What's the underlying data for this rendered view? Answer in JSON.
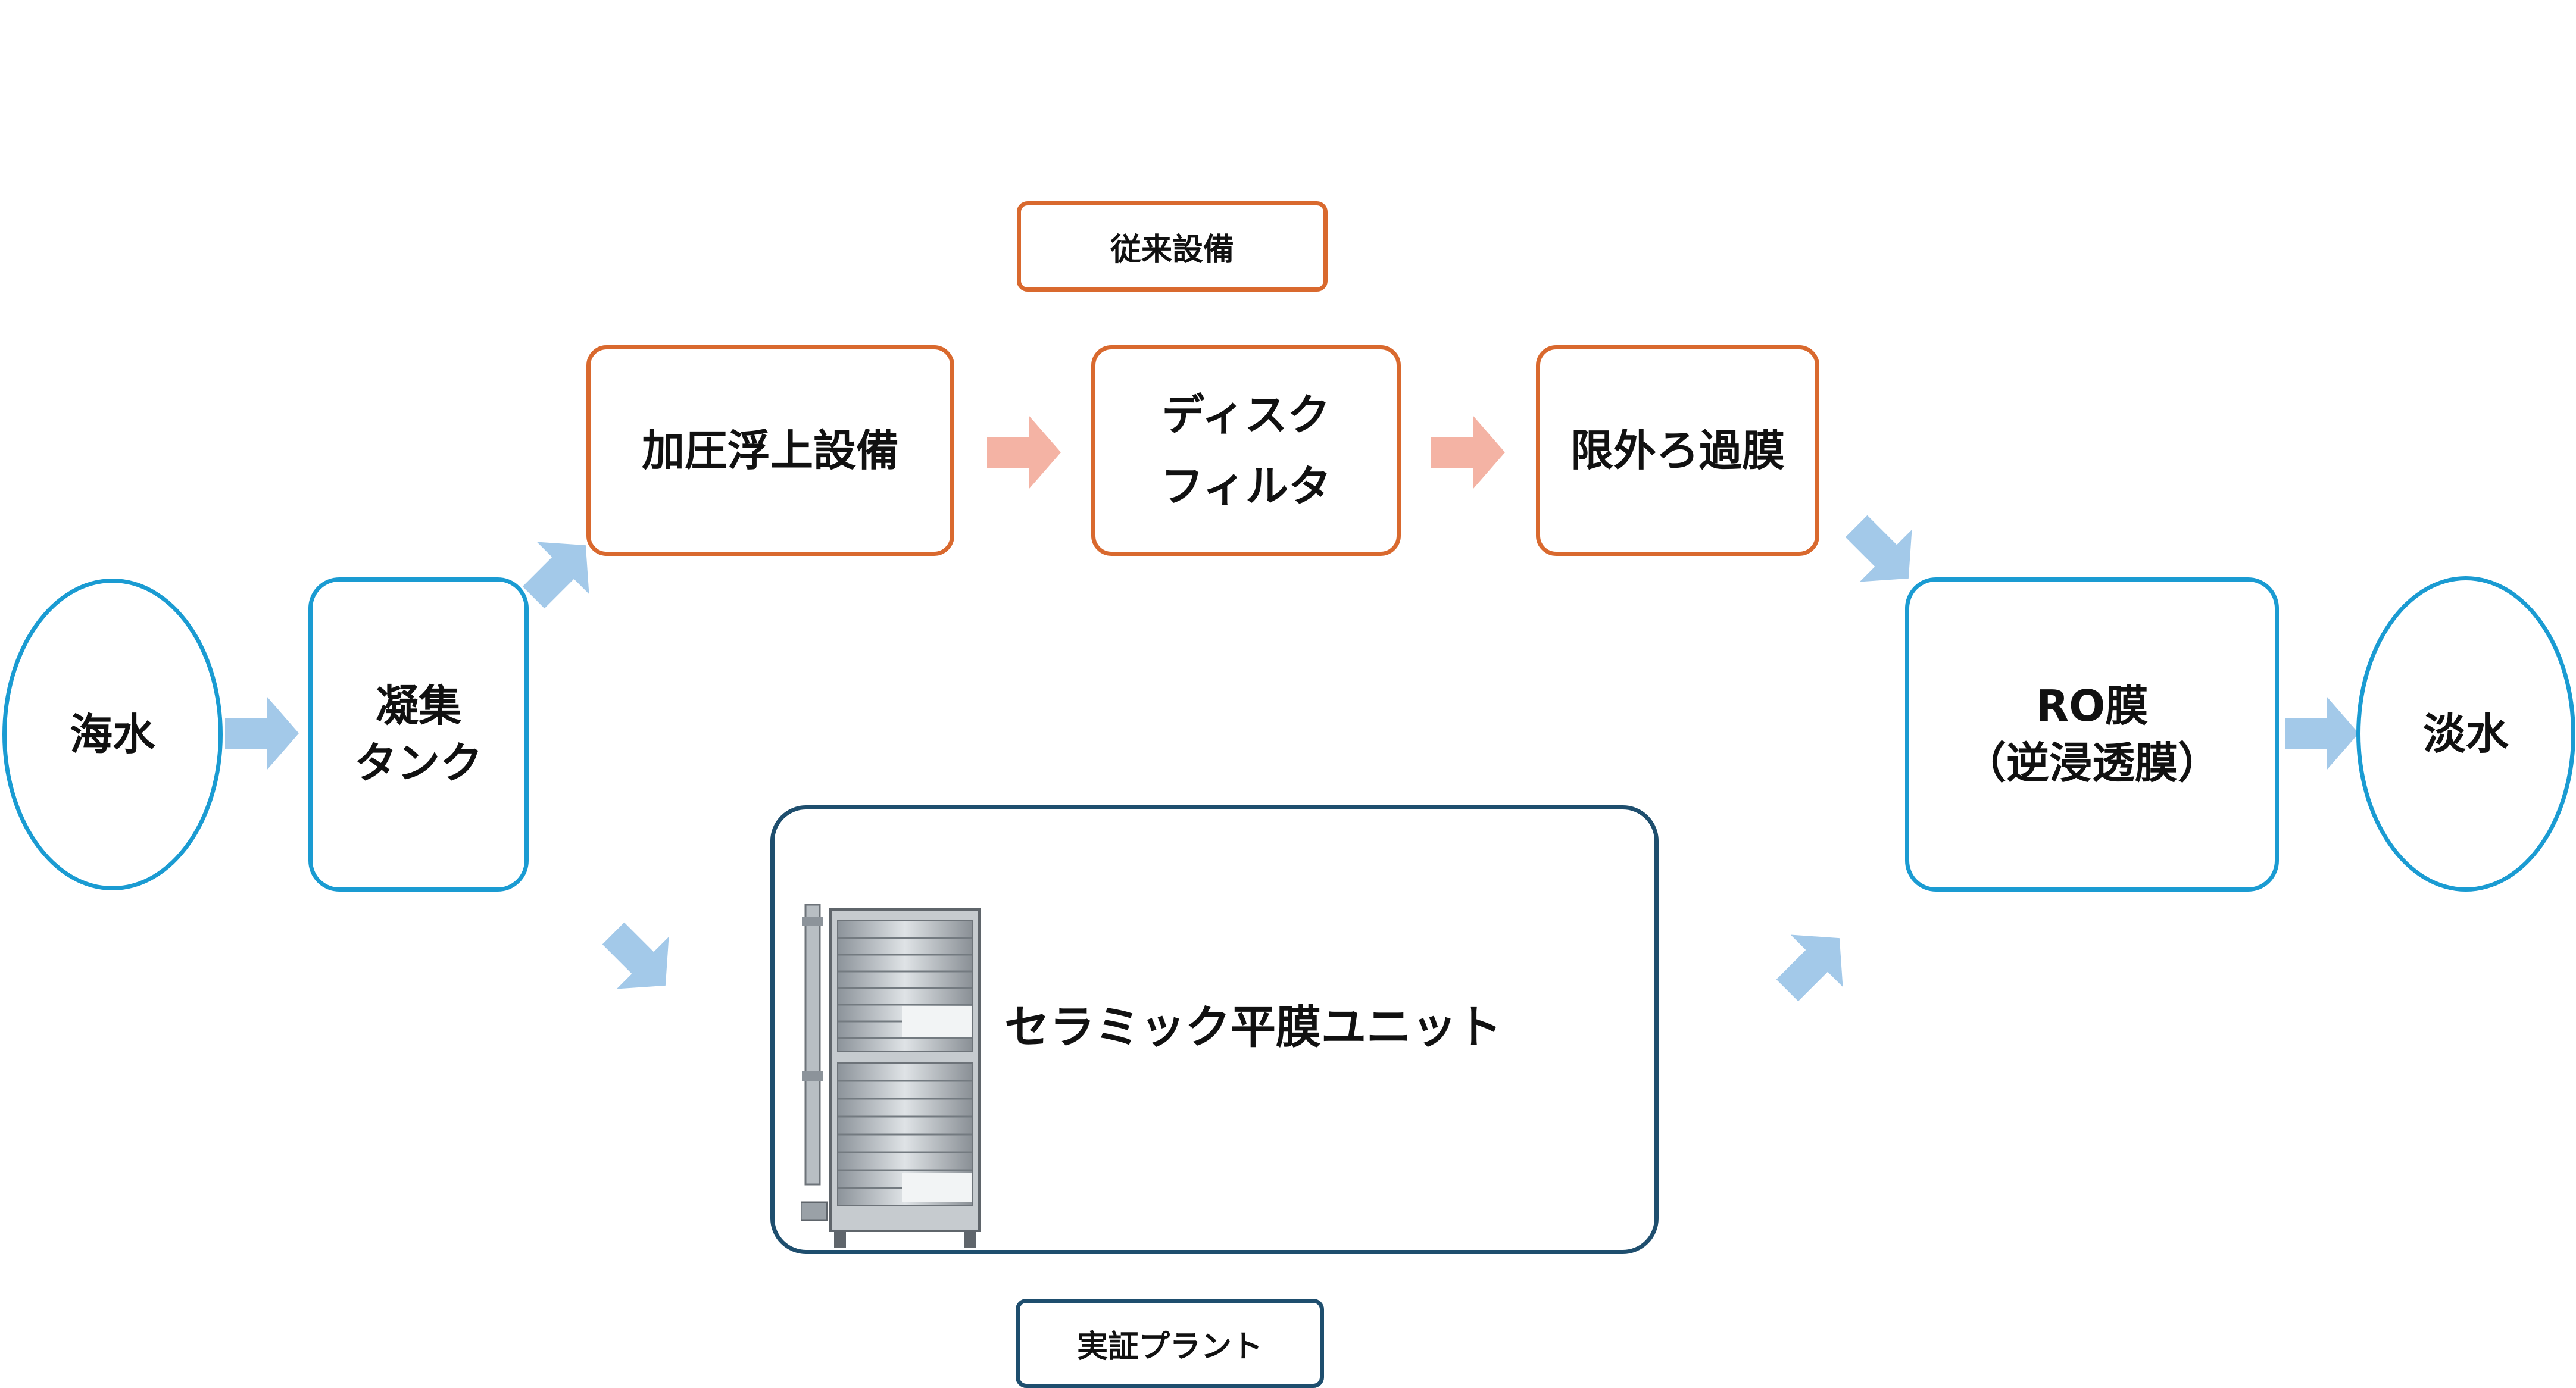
{
  "colors": {
    "blue": "#1a9bd2",
    "orange": "#d9692e",
    "navy": "#1e4e6e",
    "blue_arrow": "#a3c9e9",
    "pink_arrow": "#f4b3a4"
  },
  "nodes": {
    "seawater": "海水",
    "tank": [
      "凝集",
      "タンク"
    ],
    "dissolved_air_flotation": "加圧浮上設備",
    "disc_filter": [
      "ディスク",
      "フィルタ"
    ],
    "ultrafiltration": "限外ろ過膜",
    "ro_membrane": [
      "RO膜",
      "（逆浸透膜）"
    ],
    "fresh_water": "淡水",
    "ceramic_unit": "セラミック平膜ユニット"
  },
  "labels": {
    "conventional": "従来設備",
    "demo_plant": "実証プラント"
  },
  "icons": {
    "unit_photo": "ceramic-membrane-unit-image"
  }
}
